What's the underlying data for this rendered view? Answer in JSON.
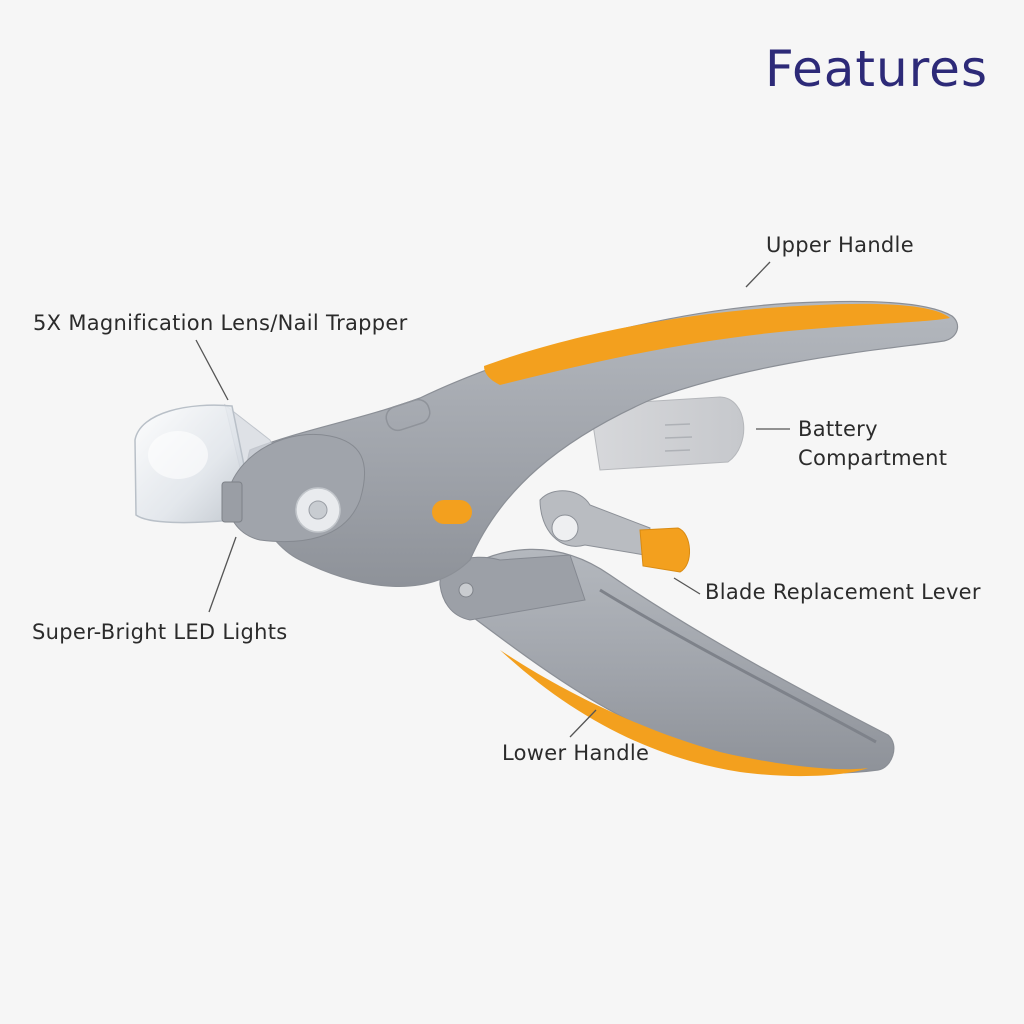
{
  "title": "Features",
  "callouts": {
    "upper_handle": "Upper Handle",
    "magnification_lens": "5X Magnification Lens/Nail Trapper",
    "battery_compartment": [
      "Battery",
      "Compartment"
    ],
    "blade_replacement_lever": "Blade Replacement Lever",
    "led_lights": "Super-Bright LED Lights",
    "lower_handle": "Lower Handle"
  },
  "colors": {
    "title": "#2d2a78",
    "body_gray": "#a2a6ad",
    "accent_orange": "#f3a01e",
    "label_text": "#2b2b2b"
  }
}
